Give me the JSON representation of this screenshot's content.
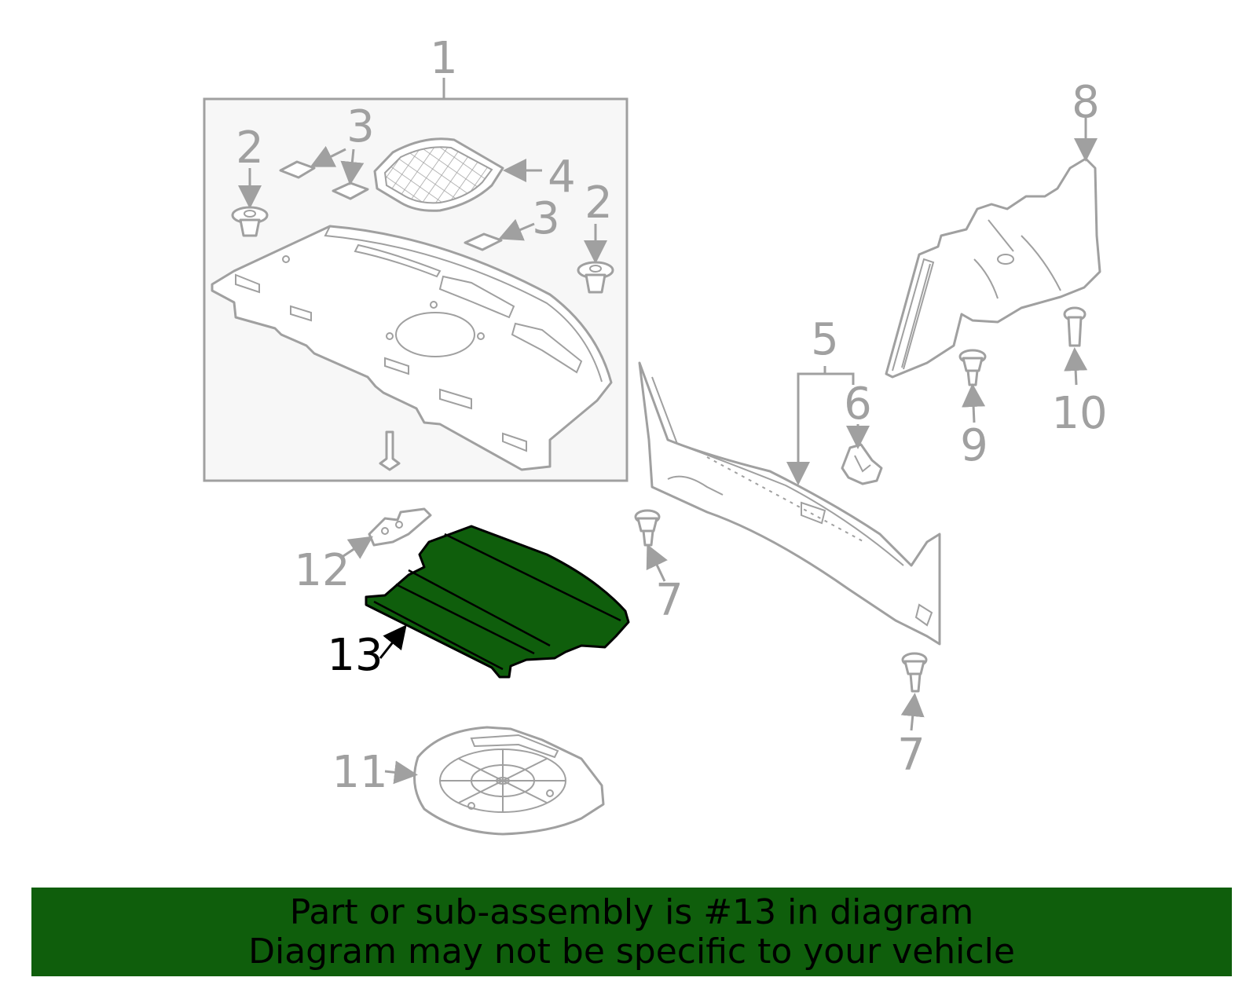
{
  "diagram": {
    "callouts": {
      "c1": "1",
      "c2a": "2",
      "c2b": "2",
      "c3a": "3",
      "c3b": "3",
      "c4": "4",
      "c5": "5",
      "c6": "6",
      "c7a": "7",
      "c7b": "7",
      "c8": "8",
      "c9": "9",
      "c10": "10",
      "c11": "11",
      "c12": "12",
      "c13": "13"
    },
    "highlighted_part": "13",
    "colors": {
      "highlight_fill": "#0f5e0c",
      "line": "#a0a0a0",
      "box_bg": "#f7f7f7"
    }
  },
  "banner": {
    "line1": "Part or sub-assembly is #13 in diagram",
    "line2": "Diagram may not be specific to your vehicle",
    "color": "#0f5e0c"
  }
}
